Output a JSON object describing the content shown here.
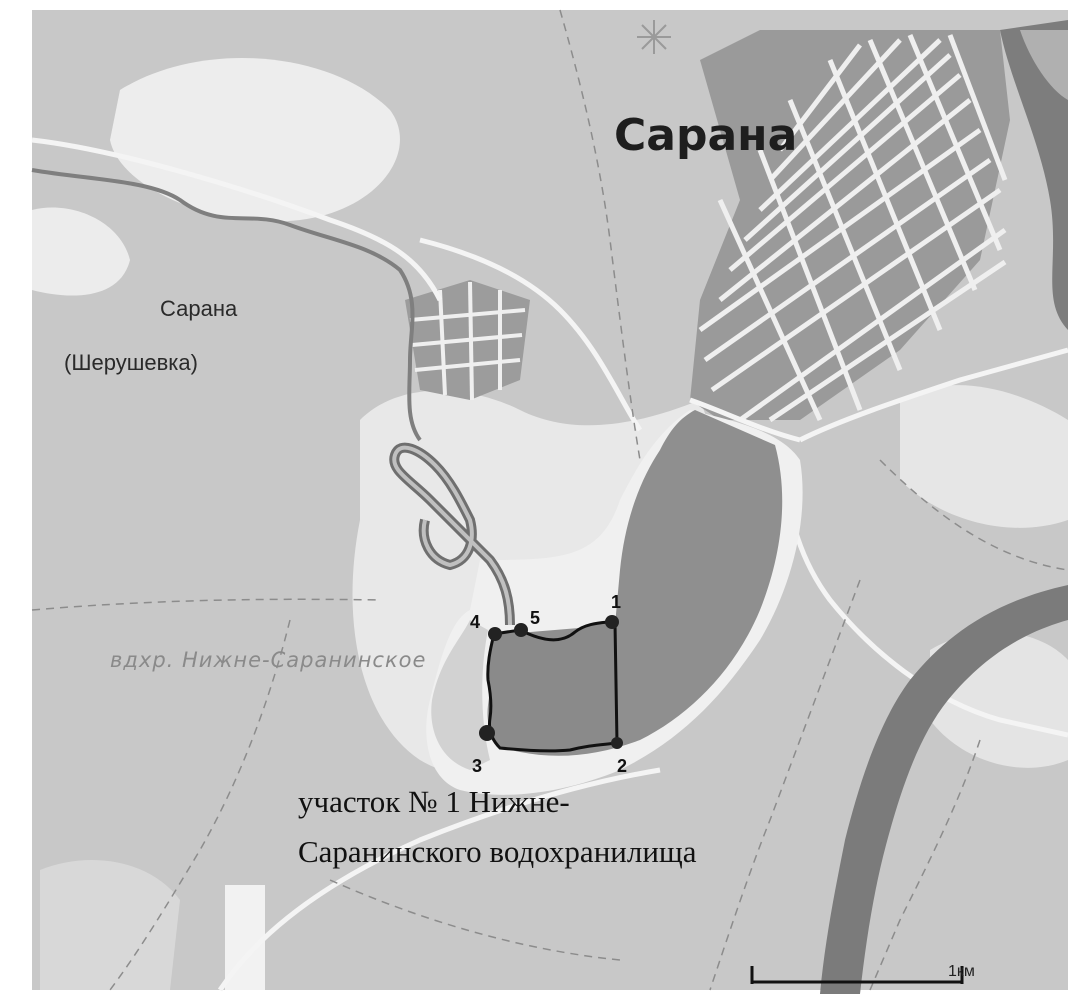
{
  "map": {
    "city_label": "Сарана",
    "village_label": "Сарана",
    "village_sublabel": "(Шерушевка)",
    "reservoir_label": "вдхр. Нижне-Саранинское",
    "caption_line1": "участок № 1 Нижне-",
    "caption_line2": "Саранинского водохранилища",
    "scale_label": "1км",
    "boundary_points": [
      {
        "label": "1"
      },
      {
        "label": "2"
      },
      {
        "label": "3"
      },
      {
        "label": "4"
      },
      {
        "label": "5"
      }
    ],
    "colors": {
      "land": "#c9c9c9",
      "open_area": "#ececec",
      "water": "#8d8d8d",
      "roads": "#f4f4f4",
      "section_outline": "#111111"
    }
  }
}
